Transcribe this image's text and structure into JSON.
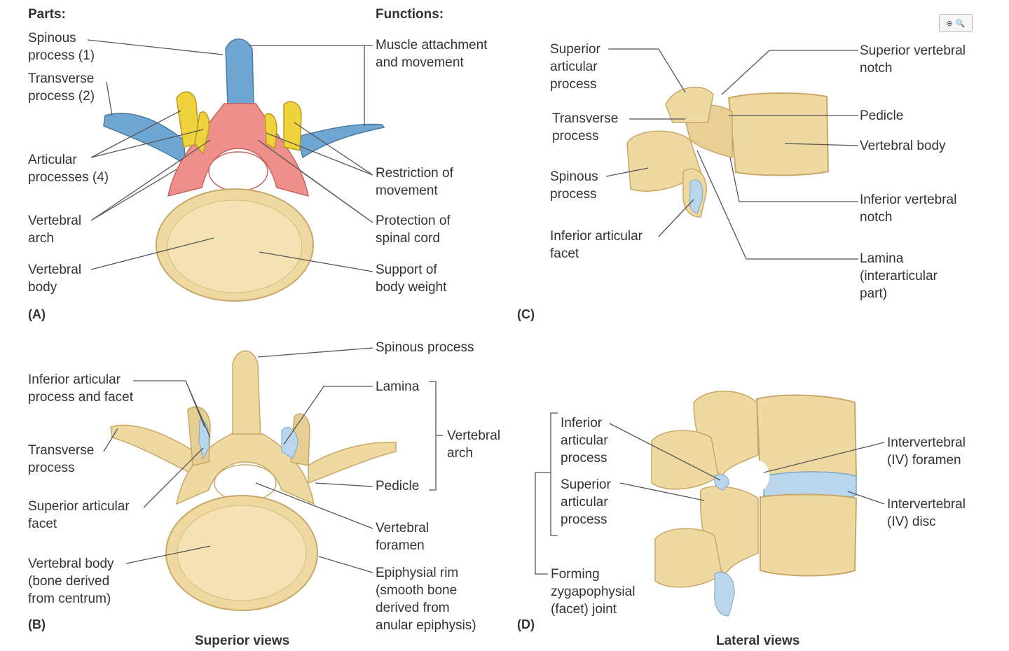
{
  "colors": {
    "bone": "#efd9a3",
    "bone_dark": "#c9a867",
    "blue": "#6fa6d2",
    "pink": "#ee8f8c",
    "yellow": "#f0d23c",
    "cartilage": "#b9d6ec",
    "leader": "#555555"
  },
  "zoom_icon": "magnifier-icon",
  "panelA": {
    "heading_parts": "Parts:",
    "heading_functions": "Functions:",
    "tag": "(A)",
    "parts": [
      "Spinous\nprocess (1)",
      "Transverse\nprocess (2)",
      "Articular\nprocesses (4)",
      "Vertebral\narch",
      "Vertebral\nbody"
    ],
    "functions": [
      "Muscle attachment\nand movement",
      "Restriction of\nmovement",
      "Protection of\nspinal cord",
      "Support of\nbody weight"
    ]
  },
  "panelB": {
    "tag": "(B)",
    "left": [
      "Inferior articular\nprocess and facet",
      "Transverse\nprocess",
      "Superior articular\nfacet",
      "Vertebral body\n(bone  derived\nfrom centrum)"
    ],
    "right": [
      "Spinous process",
      "Lamina",
      "Pedicle",
      "Vertebral\nforamen",
      "Epiphysial rim\n(smooth bone\nderived from\nanular epiphysis)"
    ],
    "bracket_label": "Vertebral\narch",
    "view_caption": "Superior views"
  },
  "panelC": {
    "tag": "(C)",
    "left": [
      "Superior\narticular\nprocess",
      "Transverse\nprocess",
      "Spinous\nprocess",
      "Inferior articular\nfacet"
    ],
    "right": [
      "Superior vertebral\nnotch",
      "Pedicle",
      "Vertebral body",
      "Inferior vertebral\nnotch",
      "Lamina\n(interarticular\npart)"
    ]
  },
  "panelD": {
    "tag": "(D)",
    "left": [
      "Inferior\narticular\nprocess",
      "Superior\narticular\nprocess",
      "Forming\nzygapophysial\n(facet) joint"
    ],
    "right": [
      "Intervertebral\n(IV) foramen",
      "Intervertebral\n(IV) disc"
    ],
    "view_caption": "Lateral views"
  }
}
